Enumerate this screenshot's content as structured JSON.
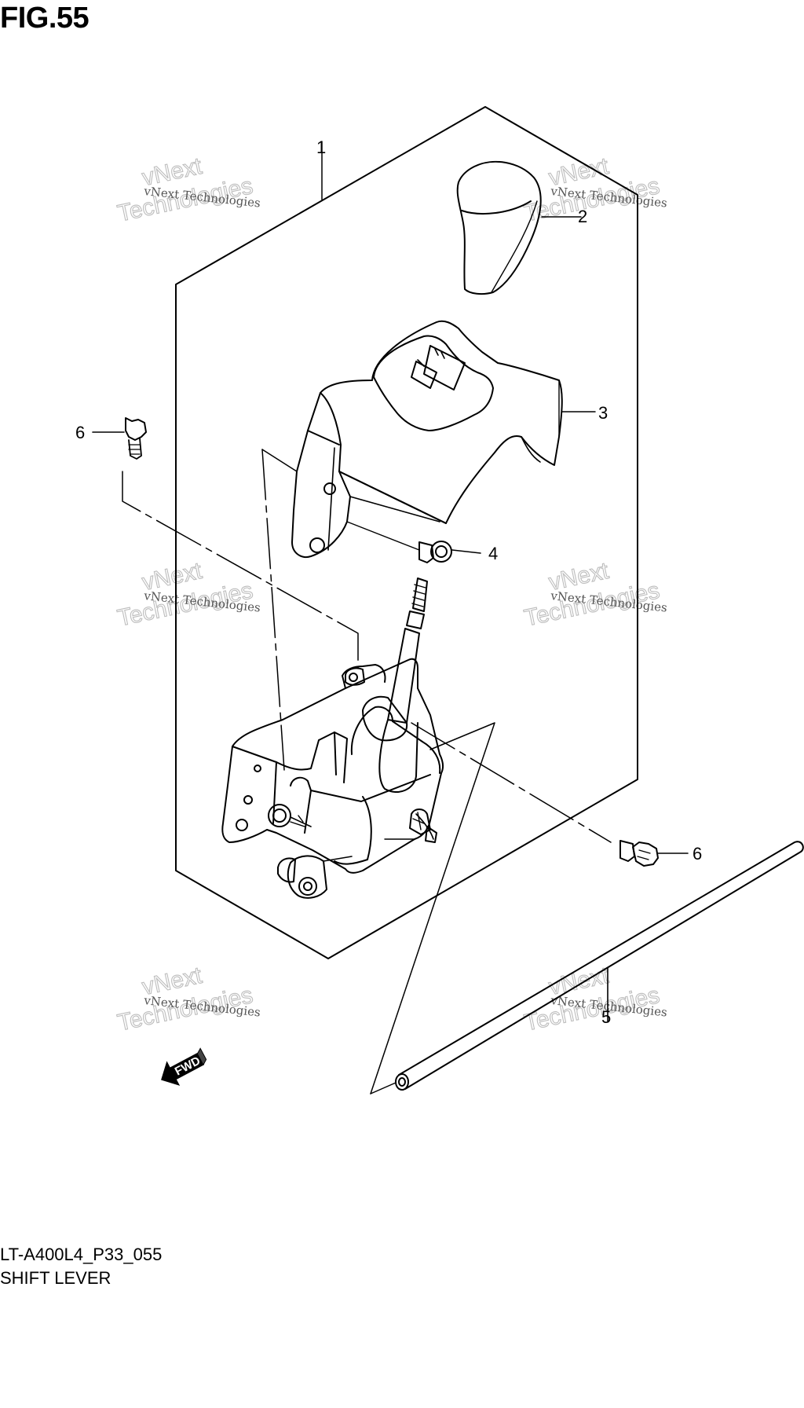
{
  "figure": {
    "title": "FIG.55",
    "code": "LT-A400L4_P33_055",
    "name": "SHIFT LEVER"
  },
  "callouts": [
    {
      "id": "c1",
      "label": "1"
    },
    {
      "id": "c2",
      "label": "2"
    },
    {
      "id": "c3",
      "label": "3"
    },
    {
      "id": "c4",
      "label": "4"
    },
    {
      "id": "c5",
      "label": "5"
    },
    {
      "id": "c6a",
      "label": "6"
    },
    {
      "id": "c6b",
      "label": "6"
    }
  ],
  "watermark": {
    "line_small": "vNext Technologies",
    "line_outline_1": "vNext",
    "line_outline_2": "Technologies"
  },
  "fwd_badge": "FWD",
  "colors": {
    "ink": "#000000",
    "watermark": "#bdbdbd"
  }
}
